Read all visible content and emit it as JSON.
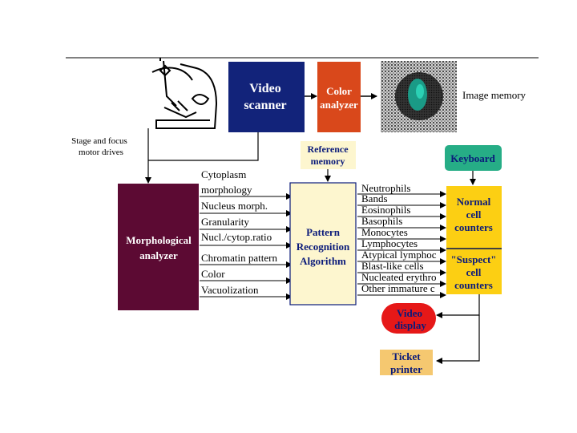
{
  "scanner": {
    "stage_label": [
      "Stage and focus",
      "motor drives"
    ],
    "video_scanner": [
      "Video",
      "scanner"
    ],
    "color_analyzer": [
      "Color",
      "analyzer"
    ],
    "image_memory": "Image memory"
  },
  "reference_memory": [
    "Reference",
    "memory"
  ],
  "keyboard": "Keyboard",
  "morphological_analyzer": [
    "Morphological",
    "analyzer"
  ],
  "features": [
    "Cytoplasm",
    "morphology",
    "Nucleus morph.",
    "Granularity",
    "Nucl./cytop.ratio",
    "Chromatin pattern",
    "Color",
    "Vacuolization"
  ],
  "pattern_recognition": [
    "Pattern",
    "Recognition",
    "Algorithm"
  ],
  "cell_types": [
    "Neutrophils",
    "Bands",
    "Eosinophils",
    "Basophils",
    "Monocytes",
    "Lymphocytes",
    "Atypical lymphoc",
    "Blast-like cells",
    "Nucleated erythro",
    "Other immature c"
  ],
  "normal_counters": [
    "Normal",
    "cell",
    "counters"
  ],
  "suspect_counters": [
    "\"Suspect\"",
    "cell",
    "counters"
  ],
  "video_display": [
    "Video",
    "display"
  ],
  "ticket_printer": [
    "Ticket",
    "printer"
  ],
  "colors": {
    "video_scanner_fill": "#12237a",
    "color_analyzer_fill": "#d9481b",
    "morph_fill": "#5c0a33",
    "pattern_fill": "#fdf6cf",
    "keyboard_fill": "#26ad86",
    "counters_fill": "#fccf13",
    "video_display_fill": "#e61818",
    "ticket_fill": "#f5c870"
  }
}
